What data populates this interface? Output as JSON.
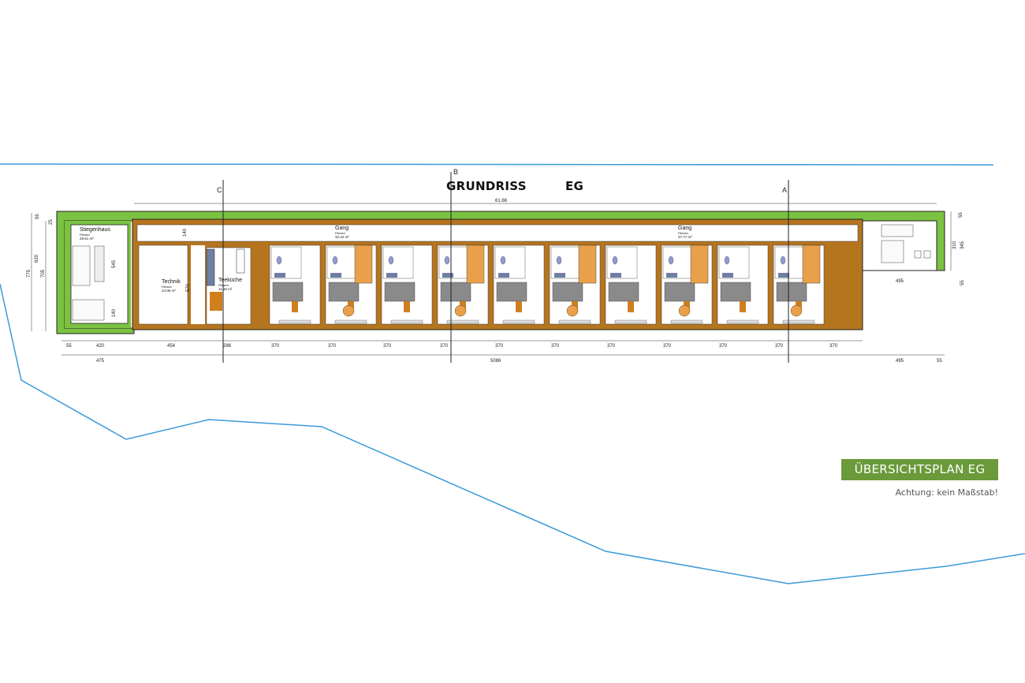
{
  "plan": {
    "title_left": "GRUNDRISS",
    "title_right": "EG",
    "total_length": "61.66",
    "sections": [
      "C",
      "B",
      "A"
    ],
    "rooms": [
      {
        "name": "Stiegenhaus",
        "floor": "Fliesen",
        "area": "29.61 m²"
      },
      {
        "name": "Technik",
        "floor": "Fliesen",
        "area": "24.06 m²"
      },
      {
        "name": "Teeküche",
        "floor": "Fliesen",
        "area": "11.16 m²"
      },
      {
        "name": "Gang",
        "floor": "Fliesen",
        "area": "32.34 m²"
      },
      {
        "name": "Gang",
        "floor": "Fliesen",
        "area": "37.77 m²"
      }
    ],
    "dims_bottom_row1": [
      "55",
      "420",
      "454",
      "286",
      "370",
      "370",
      "370",
      "370",
      "370",
      "370",
      "370",
      "370",
      "370",
      "370",
      "370"
    ],
    "dims_bottom_row2": [
      "475",
      "5086",
      "495",
      "55"
    ],
    "dims_left": [
      "775",
      "705",
      "620",
      "545",
      "140",
      "55",
      "25"
    ],
    "dims_right": [
      "55",
      "310",
      "345",
      "55",
      "495"
    ],
    "dims_inner": [
      "140",
      "570"
    ]
  },
  "legend": {
    "badge": "ÜBERSICHTSPLAN EG",
    "note": "Achtung: kein Maßstab!"
  },
  "colors": {
    "green": "#7cc242",
    "wood": "#b5751f",
    "terrain": "#3a9ad9",
    "badge": "#6a9a3a"
  }
}
